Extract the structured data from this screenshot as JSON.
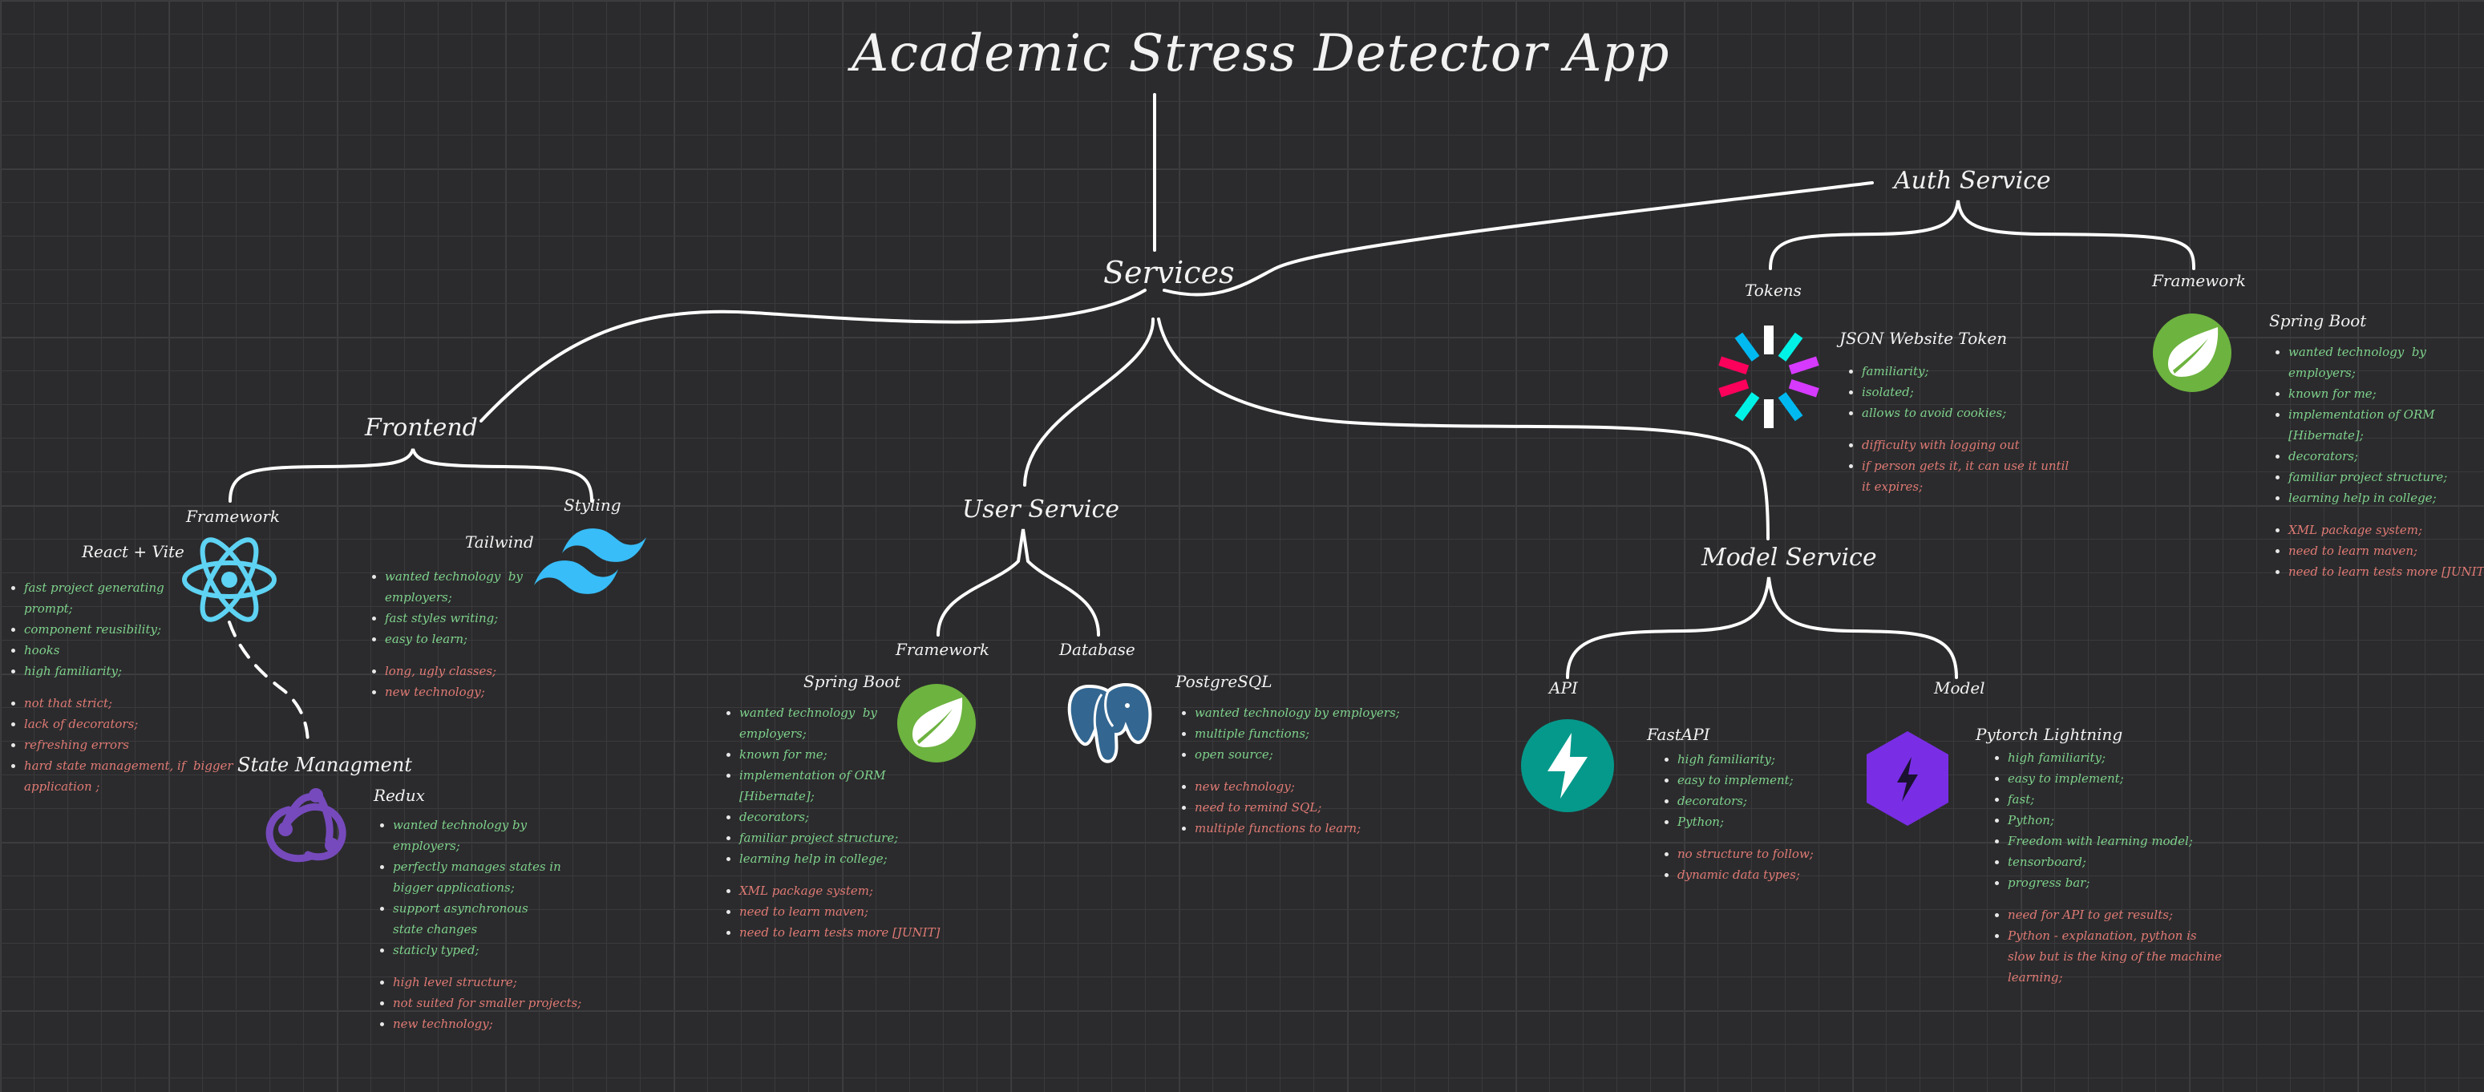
{
  "title": "Academic Stress Detector App",
  "root": "Services",
  "colors": {
    "background": "#2b2b2d",
    "line": "#ffffff",
    "pro": "#7fd28c",
    "con": "#e07a74"
  },
  "frontend": {
    "label": "Frontend",
    "framework": {
      "heading": "Framework",
      "name": "React + Vite",
      "icon": "react-icon",
      "pros": [
        "fast project generating\nprompt;",
        "component reusibility;",
        "hooks",
        "high familiarity;"
      ],
      "cons": [
        "not that strict;",
        "lack of decorators;",
        "refreshing errors",
        "hard state management, if  bigger\napplication ;"
      ]
    },
    "styling": {
      "heading": "Styling",
      "name": "Tailwind",
      "icon": "tailwind-icon",
      "pros": [
        "wanted technology  by\nemployers;",
        "fast styles writing;",
        "easy to learn;"
      ],
      "cons": [
        "long, ugly classes;",
        "new technology;"
      ]
    },
    "state": {
      "heading": "State Managment",
      "name": "Redux",
      "icon": "redux-icon",
      "pros": [
        "wanted technology by\nemployers;",
        "perfectly manages states in\nbigger applications;",
        "support asynchronous\nstate changes",
        "staticly typed;"
      ],
      "cons": [
        "high level structure;",
        "not suited for smaller projects;",
        "new technology;"
      ]
    }
  },
  "user_service": {
    "label": "User Service",
    "framework": {
      "heading": "Framework",
      "name": "Spring Boot",
      "icon": "spring-icon",
      "pros": [
        "wanted technology  by\nemployers;",
        "known for me;",
        "implementation of ORM\n[Hibernate];",
        "decorators;",
        "familiar project structure;",
        "learning help in college;"
      ],
      "cons": [
        "XML package system;",
        "need to learn maven;",
        "need to learn tests more [JUNIT]"
      ]
    },
    "database": {
      "heading": "Database",
      "name": "PostgreSQL",
      "icon": "postgresql-icon",
      "pros": [
        "wanted technology by employers;",
        "multiple functions;",
        "open source;"
      ],
      "cons": [
        "new technology;",
        "need to remind SQL;",
        "multiple functions to learn;"
      ]
    }
  },
  "model_service": {
    "label": "Model Service",
    "api": {
      "heading": "API",
      "name": "FastAPI",
      "icon": "fastapi-icon",
      "pros": [
        "high familiarity;",
        "easy to implement;",
        "decorators;",
        "Python;"
      ],
      "cons": [
        "no structure to follow;",
        "dynamic data types;"
      ]
    },
    "model": {
      "heading": "Model",
      "name": "Pytorch Lightning",
      "icon": "lightning-icon",
      "pros": [
        "high familiarity;",
        "easy to implement;",
        "fast;",
        "Python;",
        "Freedom with learning model;",
        "tensorboard;",
        "progress bar;"
      ],
      "cons": [
        "need for API to get results;",
        "Python - explanation, python is\nslow but is the king of the machine\nlearning;"
      ]
    }
  },
  "auth_service": {
    "label": "Auth Service",
    "tokens": {
      "heading": "Tokens",
      "name": "JSON Website Token",
      "icon": "jwt-icon",
      "pros": [
        "familiarity;",
        "isolated;",
        "allows to avoid cookies;"
      ],
      "cons": [
        "difficulty with logging out",
        "if person gets it, it can use it until\nit expires;"
      ]
    },
    "framework": {
      "heading": "Framework",
      "name": "Spring Boot",
      "icon": "spring-icon",
      "pros": [
        "wanted technology  by\nemployers;",
        "known for me;",
        "implementation of ORM\n[Hibernate];",
        "decorators;",
        "familiar project structure;",
        "learning help in college;"
      ],
      "cons": [
        "XML package system;",
        "need to learn maven;",
        "need to learn tests more [JUNIT]"
      ]
    }
  }
}
